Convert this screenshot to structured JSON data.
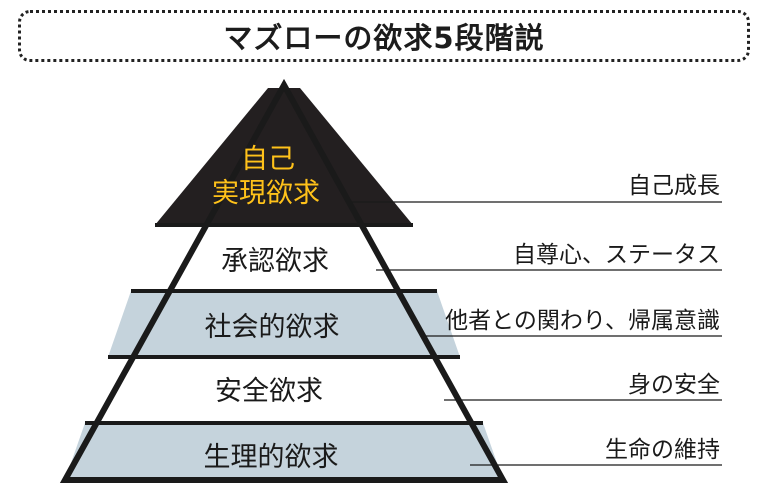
{
  "title": "マズローの欲求5段階説",
  "levels": [
    {
      "line1": "自己",
      "line2": "実現欲求",
      "description": "自己成長",
      "fill": "#231f20",
      "text_color": "#ffc21a"
    },
    {
      "label": "承認欲求",
      "description": "自尊心、ステータス",
      "fill": "#ffffff"
    },
    {
      "label": "社会的欲求",
      "description": "他者との関わり、帰属意識",
      "fill": "#c5d3dc"
    },
    {
      "label": "安全欲求",
      "description": "身の安全",
      "fill": "#ffffff"
    },
    {
      "label": "生理的欲求",
      "description": "生命の維持",
      "fill": "#c5d3dc"
    }
  ],
  "colors": {
    "outline": "#1a1a1a",
    "band_blue": "#c5d3dc",
    "top": "#231f20",
    "gold": "#ffc21a"
  }
}
